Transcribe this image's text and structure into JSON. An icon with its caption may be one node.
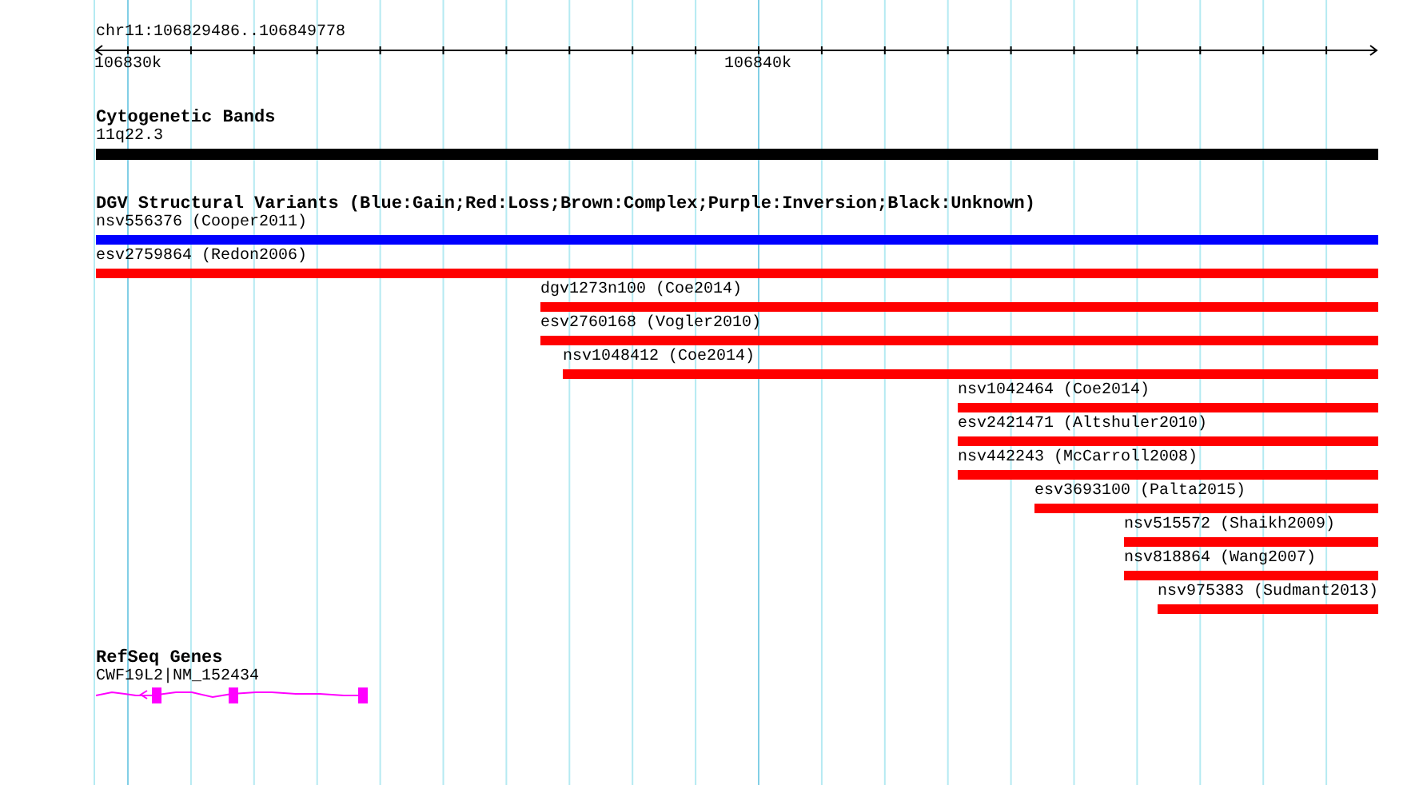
{
  "diagram": {
    "nodes": [
      {
        "text": [
          "11q22.3"
        ]
      },
      {
        "text": [
          "nsv556376 (Cooper2011)"
        ]
      },
      {
        "text": [
          "esv2759864 (Redon2006)"
        ]
      },
      {
        "text": [
          "dgv1273n100 (Coe2014)"
        ]
      },
      {
        "text": [
          "esv2760168 (Vogler2010)"
        ]
      },
      {
        "text": [
          "nsv1048412 (Coe2014)"
        ]
      },
      {
        "text": [
          "nsv1042464 (Coe2014)"
        ]
      },
      {
        "text": [
          "esv2421471 (Altshuler2010)"
        ]
      },
      {
        "text": [
          "nsv442243 (McCarroll2008)"
        ]
      },
      {
        "text": [
          "esv3693100 (Palta2015)"
        ]
      },
      {
        "text": [
          "nsv515572 (Shaikh2009)"
        ]
      },
      {
        "text": [
          "nsv818864 (Wang2007)"
        ]
      },
      {
        "text": [
          "nsv975383 (Sudmant2013)"
        ]
      },
      {
        "text": [
          "CWF19L2|NM_152434"
        ]
      }
    ],
    "edges": [],
    "labels": [
      "chr11:106829486..106849778",
      "106830k",
      "106840k",
      "Cytogenetic Bands",
      "DGV Structural Variants (Blue:Gain;Red:Loss;Brown:Complex;Purple:Inversion;Black:Unknown)",
      "RefSeq Genes"
    ]
  }
}
